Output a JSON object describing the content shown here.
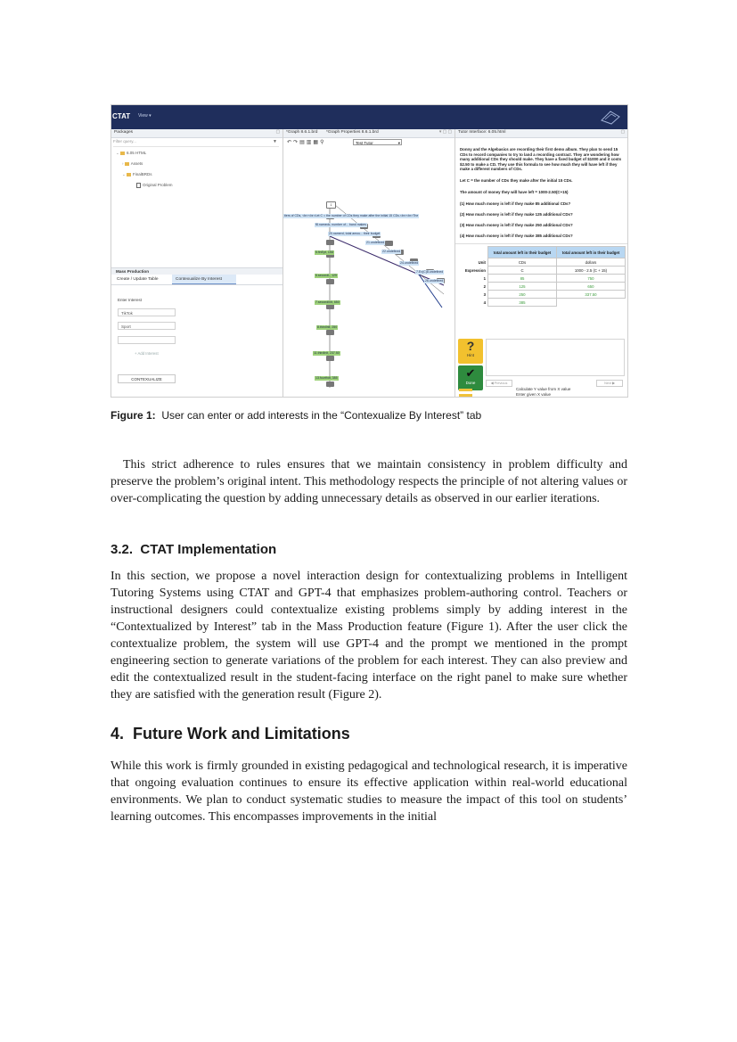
{
  "figure": {
    "app": {
      "logo": "CTAT",
      "view_menu": "View ▾"
    },
    "left_panel": {
      "tab": "Packages",
      "filter_placeholder": "Filter query...",
      "tree": [
        {
          "label": "6.05 HTML",
          "level": 0
        },
        {
          "label": "Assets",
          "level": 1
        },
        {
          "label": "FinalBRDs",
          "level": 1
        },
        {
          "label": "Original Problem",
          "level": 2
        }
      ],
      "section_title": "Mass Production",
      "tabs": [
        "Create / Update Table",
        "Contexualize By Interest"
      ],
      "enter_interest_label": "Enter Interest",
      "interests": [
        "TikTok",
        "Sport",
        ""
      ],
      "add_interest": "+ Add Interest",
      "contextualize_button": "CONTEXUALIZE"
    },
    "middle_panel": {
      "tabs": [
        "*Graph 8.6.1.brd",
        "*Graph Properties 8.6.1.brd"
      ],
      "tutor_select": "Test Tutor",
      "top_node": "1",
      "blue_labels": [
        "tiers of CDs, <br><br>Let C = the number of CDs they make after the initial 15 CDs.<br><br>The",
        "f8.namedc, number of... band makes",
        "20.namerd, total amou... their budget",
        "21.undefined",
        "22.undefined",
        "24.undefined",
        "7.Ex(C)8.undefined",
        "26.undefined"
      ],
      "green_labels": [
        "5.finEpt, 15D",
        "6.secondL, 125",
        "7.secondInit, 650",
        "8.thirdInit, 250",
        "11.thirdInit, 237.50",
        "13.fourthdt, 385"
      ]
    },
    "right_panel": {
      "tab": "Tutor Interface: 6.05.html",
      "problem_text": "Donny and the Algebasics are recording their first demo album. They plan to send 15 CDs to record companies to try to land a recording contract. They are wondering how many additional CDs they should make. They have a fixed budget of $1000 and it costs $2.50 to make a CD. They use this formula to see how much they will have left if they make a different numbers of CDs.",
      "let_line": "Let C = the number of CDs they make after the initial 15 CDs.",
      "formula_line": "The amount of money they will have left = 1000-2.50(C+15)",
      "questions": [
        "(1) How much money is left if they make 85 additional CDs?",
        "(2) How much money is left if they make 125 additional CDs?",
        "(3) How much money is left if they make 250 additional CDs?",
        "(4) How much money is left if they make 385 additional CDs?"
      ],
      "table": {
        "headers": [
          "",
          "total amount left in their budget",
          "total amount left in their budget"
        ],
        "rows": [
          [
            "Unit",
            "CDs",
            "dollars"
          ],
          [
            "Expression",
            "C",
            "1000 - 2.5 (C + 15)"
          ],
          [
            "1",
            "85",
            "750"
          ],
          [
            "2",
            "125",
            "650"
          ],
          [
            "3",
            "250",
            "337.50"
          ],
          [
            "4",
            "385",
            ""
          ]
        ]
      },
      "hint_label": "Hint",
      "done_label": "Done",
      "previous_label": "◀ Previous",
      "next_label": "Next ▶",
      "skills": [
        "Calculate Y value from X value",
        "Enter given X value"
      ]
    }
  },
  "caption": {
    "label": "Figure 1:",
    "text": "User can enter or add interests in the “Contexualize By Interest” tab"
  },
  "paragraph1": "This strict adherence to rules ensures that we maintain consistency in problem difficulty and preserve the problem’s original intent. This methodology respects the principle of not altering values or over-complicating the question by adding unnecessary details as observed in our earlier iterations.",
  "section_3_2": {
    "number": "3.2.",
    "title": "CTAT Implementation"
  },
  "paragraph2": "In this section, we propose a novel interaction design for contextualizing problems in Intelligent Tutoring Systems using CTAT and GPT-4 that emphasizes problem-authoring control. Teachers or instructional designers could contextualize existing problems simply by adding interest in the “Contextualized by Interest” tab in the Mass Production feature (Figure 1). After the user click the contextualize problem, the system will use GPT-4 and the prompt we mentioned in the prompt engineering section to generate variations of the problem for each interest. They can also preview and edit the contextualized result in the student-facing interface on the right panel to make sure whether they are satisfied with the generation result (Figure 2).",
  "section_4": {
    "number": "4.",
    "title": "Future Work and Limitations"
  },
  "paragraph3": "While this work is firmly grounded in existing pedagogical and technological research, it is imperative that ongoing evaluation continues to ensure its effective application within real-world educational environments. We plan to conduct systematic studies to measure the impact of this tool on students’ learning outcomes. This encompasses improvements in the initial"
}
